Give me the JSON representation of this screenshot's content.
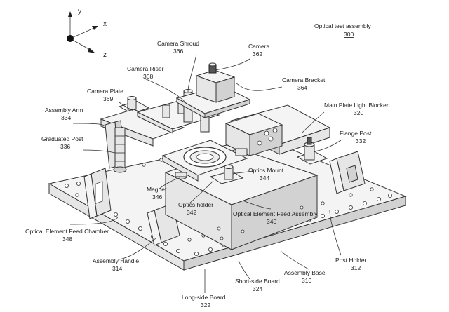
{
  "axes": {
    "y": "y",
    "x": "x",
    "z": "z"
  },
  "title": {
    "text": "Optical test assembly",
    "number": "300"
  },
  "labels": [
    {
      "id": "camera-shroud",
      "name": "Camera Shroud",
      "number": "366"
    },
    {
      "id": "camera",
      "name": "Camera",
      "number": "362"
    },
    {
      "id": "camera-riser",
      "name": "Camera Riser",
      "number": "368"
    },
    {
      "id": "camera-bracket",
      "name": "Camera Bracket",
      "number": "364"
    },
    {
      "id": "camera-plate",
      "name": "Camera Plate",
      "number": "369"
    },
    {
      "id": "main-plate-light-blocker",
      "name": "Main Plate Light Blocker",
      "number": "320"
    },
    {
      "id": "assembly-arm",
      "name": "Assembly Arm",
      "number": "334"
    },
    {
      "id": "flange-post",
      "name": "Flange Post",
      "number": "332"
    },
    {
      "id": "graduated-post",
      "name": "Graduated Post",
      "number": "336"
    },
    {
      "id": "optics-mount",
      "name": "Optics Mount",
      "number": "344"
    },
    {
      "id": "magnet",
      "name": "Magnet",
      "number": "346"
    },
    {
      "id": "optics-holder",
      "name": "Optics holder",
      "number": "342"
    },
    {
      "id": "optical-element-feed-assembly",
      "name": "Optical Element Feed Assembly",
      "number": "340"
    },
    {
      "id": "optical-element-feed-chamber",
      "name": "Optical Element Feed Chamber",
      "number": "348"
    },
    {
      "id": "post-holder",
      "name": "Post Holder",
      "number": "312"
    },
    {
      "id": "assembly-handle",
      "name": "Assembly Handle",
      "number": "314"
    },
    {
      "id": "assembly-base",
      "name": "Assembly Base",
      "number": "310"
    },
    {
      "id": "short-side-board",
      "name": "Short-side Board",
      "number": "324"
    },
    {
      "id": "long-side-board",
      "name": "Long-side Board",
      "number": "322"
    }
  ]
}
